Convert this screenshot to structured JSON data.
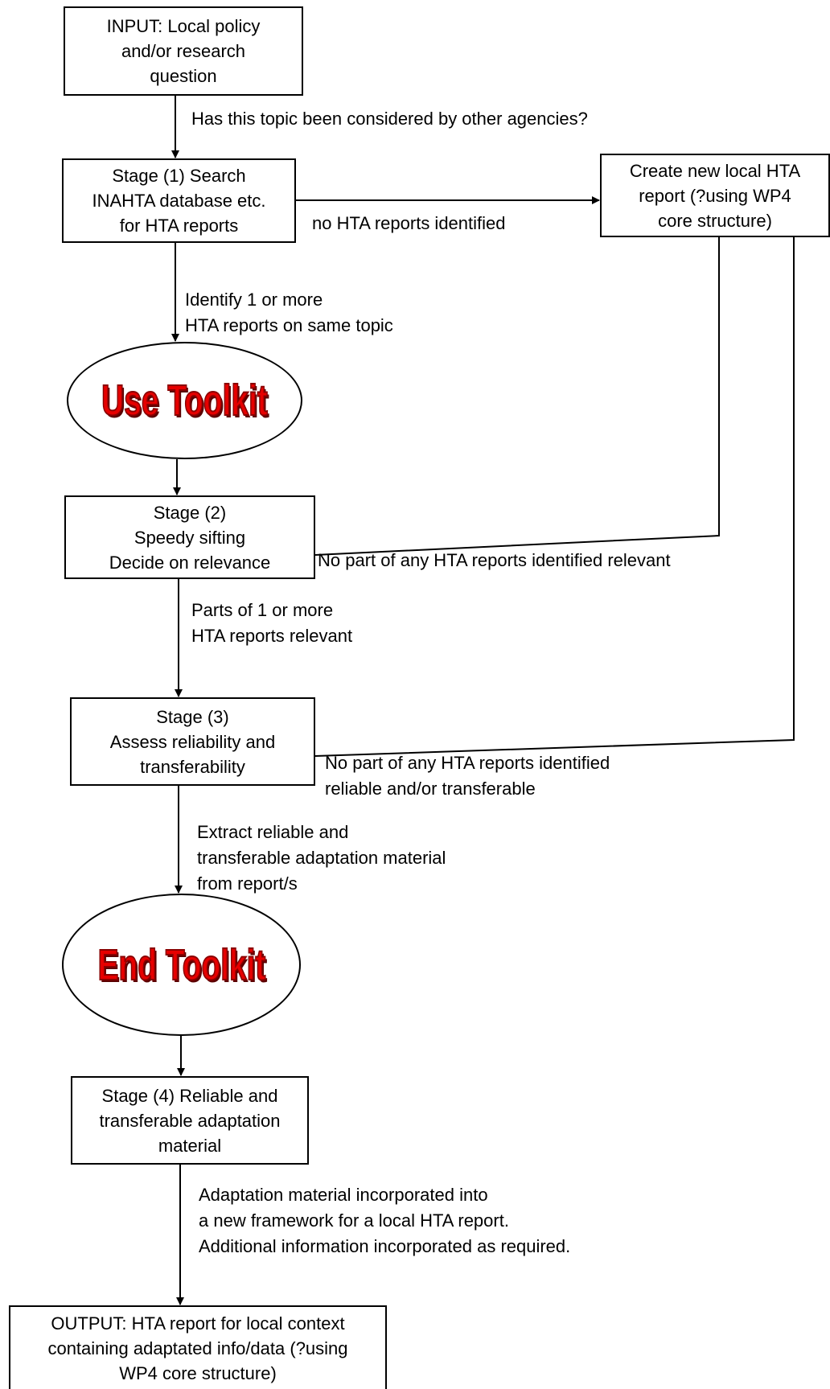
{
  "nodes": {
    "input": "INPUT: Local policy\nand/or research\nquestion",
    "stage1": "Stage (1) Search\nINAHTA database etc.\nfor HTA reports",
    "new_local": "Create new local HTA\nreport (?using WP4\ncore structure)",
    "use_toolkit": "Use Toolkit",
    "stage2": "Stage (2)\nSpeedy sifting\nDecide on relevance",
    "stage3": "Stage (3)\nAssess reliability and\ntransferability",
    "end_toolkit": "End Toolkit",
    "stage4": "Stage (4) Reliable and\ntransferable adaptation\nmaterial",
    "output": "OUTPUT: HTA report for local context\ncontaining adaptated info/data (?using\nWP4 core structure)"
  },
  "edge_labels": {
    "considered": "Has this topic been considered by other agencies?",
    "no_reports": "no HTA reports identified",
    "identify": "Identify 1 or more\nHTA reports on same topic",
    "not_relevant": "No part of any HTA reports identified relevant",
    "parts_relevant": "Parts of 1 or more\nHTA reports relevant",
    "not_reliable": "No part of any HTA reports identified\nreliable and/or transferable",
    "extract": "Extract reliable and\ntransferable adaptation material\nfrom report/s",
    "incorporated": "Adaptation material incorporated into\na new framework for a local HTA report.\nAdditional information incorporated as required."
  }
}
